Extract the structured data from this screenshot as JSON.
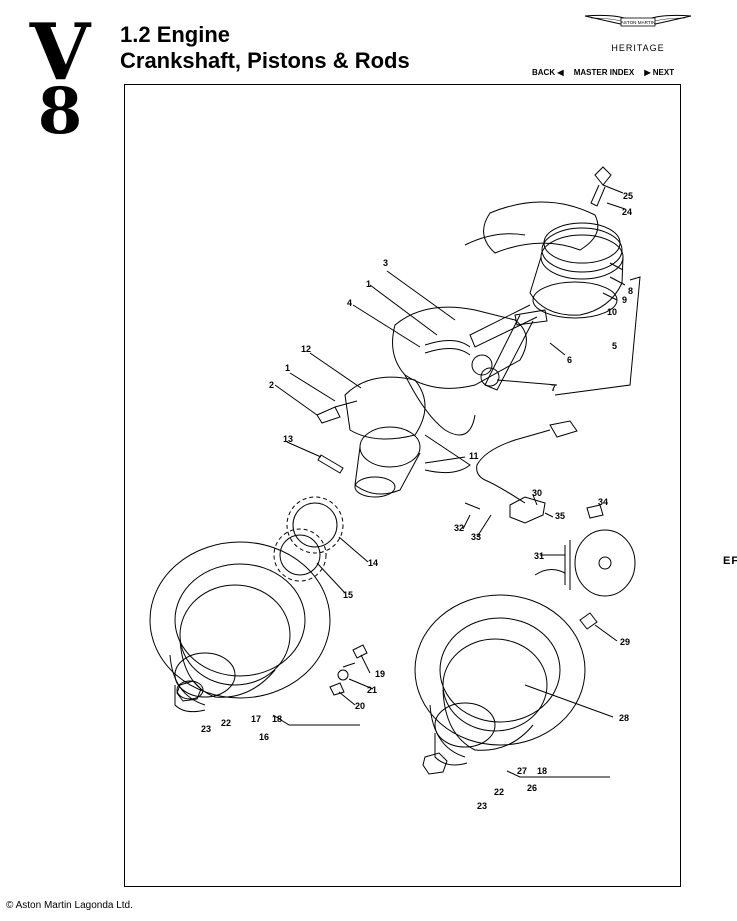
{
  "badge": {
    "top": "V",
    "bottom": "8"
  },
  "header": {
    "line1": "1.2 Engine",
    "line2": "Crankshaft, Pistons & Rods"
  },
  "brand": {
    "logo_text": "ASTON MARTIN",
    "tagline": "HERITAGE"
  },
  "nav": {
    "back": "BACK ◀",
    "index": "MASTER INDEX",
    "next": "▶ NEXT"
  },
  "diagram": {
    "efi_label": "EFI",
    "callouts": [
      "25",
      "24",
      "3",
      "8",
      "1",
      "9",
      "10",
      "4",
      "6",
      "5",
      "12",
      "7",
      "1",
      "2",
      "13",
      "11",
      "30",
      "34",
      "35",
      "32",
      "33",
      "31",
      "14",
      "15",
      "29",
      "19",
      "21",
      "20",
      "28",
      "23",
      "22",
      "17",
      "18",
      "16",
      "27",
      "18",
      "22",
      "26",
      "23"
    ]
  },
  "footer": {
    "copyright": "© Aston Martin Lagonda Ltd."
  }
}
